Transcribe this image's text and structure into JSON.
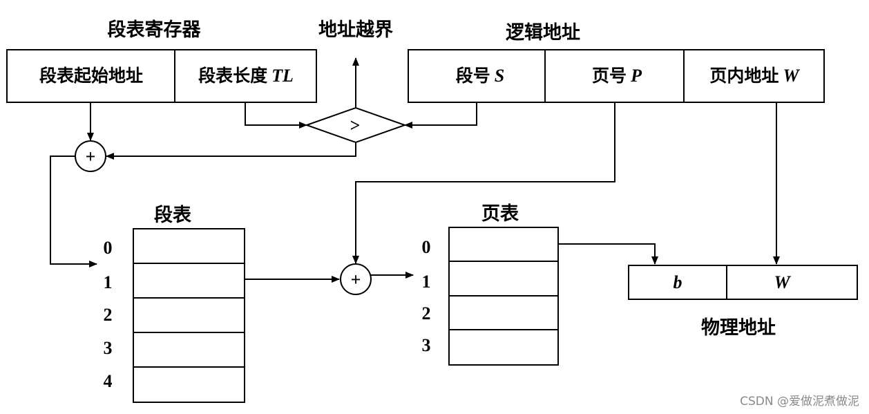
{
  "segment_register": {
    "title": "段表寄存器",
    "start_address": "段表起始地址",
    "length_prefix": "段表长度",
    "length_var": "TL"
  },
  "out_of_bounds": "地址越界",
  "comparator_symbol": ">",
  "adder_symbol": "+",
  "logical_address": {
    "title": "逻辑地址",
    "segment_prefix": "段号",
    "segment_var": "S",
    "page_prefix": "页号",
    "page_var": "P",
    "offset_prefix": "页内地址",
    "offset_var": "W"
  },
  "segment_table": {
    "title": "段表",
    "indices": [
      "0",
      "1",
      "2",
      "3",
      "4"
    ]
  },
  "page_table": {
    "title": "页表",
    "indices": [
      "0",
      "1",
      "2",
      "3"
    ]
  },
  "physical_address": {
    "title": "物理地址",
    "block_var": "b",
    "offset_var": "W"
  },
  "watermark": "CSDN @爱做泥煮做泥"
}
